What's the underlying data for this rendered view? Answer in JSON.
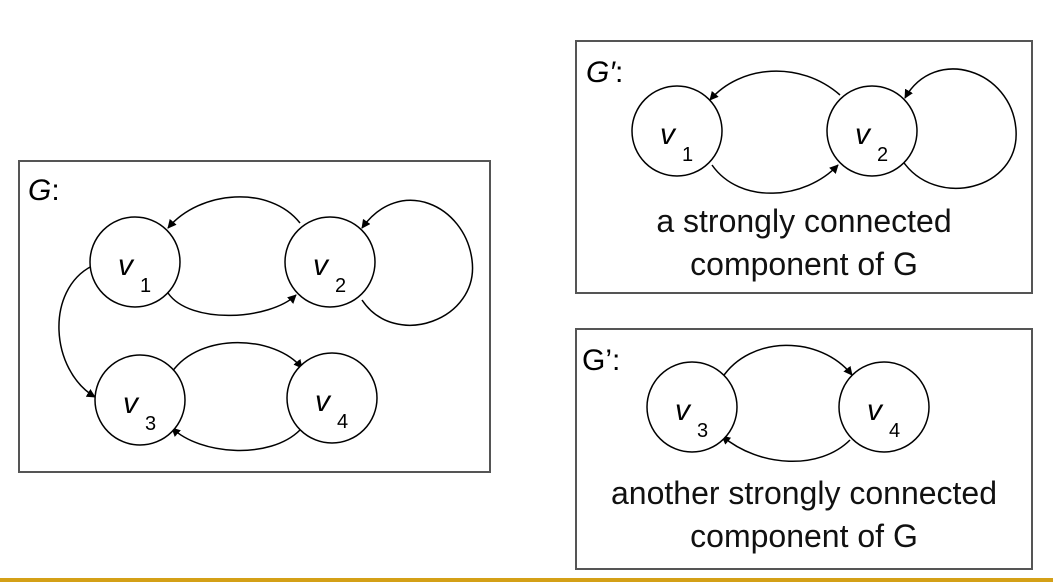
{
  "accent_color": "#d4a017",
  "graphs": {
    "g": {
      "title_main": "G",
      "title_suffix": ":",
      "nodes": [
        {
          "letter": "v",
          "sub": "1"
        },
        {
          "letter": "v",
          "sub": "2"
        },
        {
          "letter": "v",
          "sub": "3"
        },
        {
          "letter": "v",
          "sub": "4"
        }
      ]
    },
    "g_prime_1": {
      "title_main": "G′",
      "title_suffix": ":",
      "nodes": [
        {
          "letter": "v",
          "sub": "1"
        },
        {
          "letter": "v",
          "sub": "2"
        }
      ],
      "caption_line1": "a strongly connected",
      "caption_line2": "component of G"
    },
    "g_prime_2": {
      "title": "G’:",
      "nodes": [
        {
          "letter": "v",
          "sub": "3"
        },
        {
          "letter": "v",
          "sub": "4"
        }
      ],
      "caption_line1": "another strongly connected",
      "caption_line2": "component of G"
    }
  }
}
